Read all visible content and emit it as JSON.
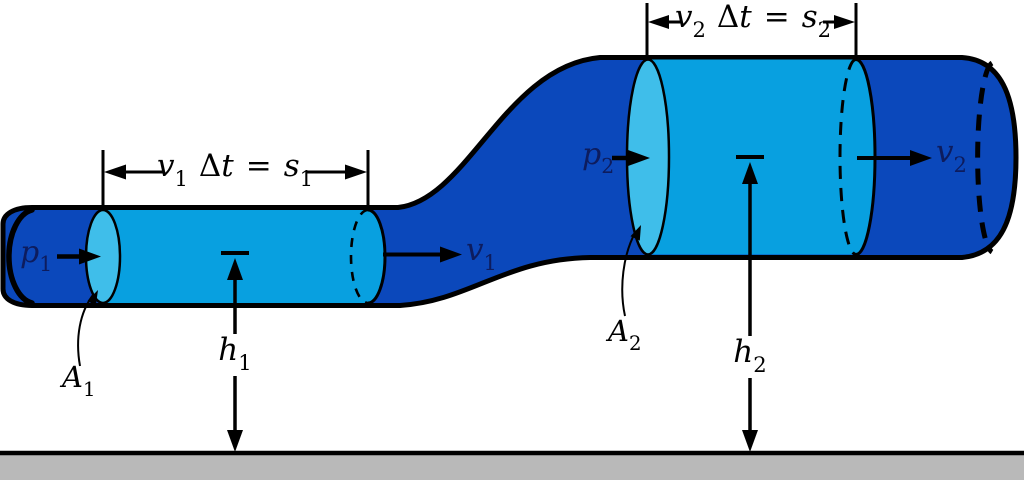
{
  "colors": {
    "pipe_blue": "#0B48BB",
    "fluid_blue": "#08A0E0",
    "face_blue": "#3FBEEA",
    "label_navy": "#0D1C5E",
    "ground_gray": "#B9B9B9",
    "outline": "#000000",
    "background": "#FFFFFF"
  },
  "labels": {
    "measure1": {
      "var": "v",
      "var_sub": "1",
      "delta": "Δ",
      "time": "t",
      "equals": "=",
      "dist": "s",
      "dist_sub": "1"
    },
    "measure2": {
      "var": "v",
      "var_sub": "2",
      "delta": "Δ",
      "time": "t",
      "equals": "=",
      "dist": "s",
      "dist_sub": "2"
    },
    "pressure1": {
      "base": "p",
      "sub": "1"
    },
    "pressure2": {
      "base": "p",
      "sub": "2"
    },
    "velocity1": {
      "base": "v",
      "sub": "1"
    },
    "velocity2": {
      "base": "v",
      "sub": "2"
    },
    "area1": {
      "base": "A",
      "sub": "1"
    },
    "area2": {
      "base": "A",
      "sub": "2"
    },
    "height1": {
      "base": "h",
      "sub": "1"
    },
    "height2": {
      "base": "h",
      "sub": "2"
    }
  }
}
